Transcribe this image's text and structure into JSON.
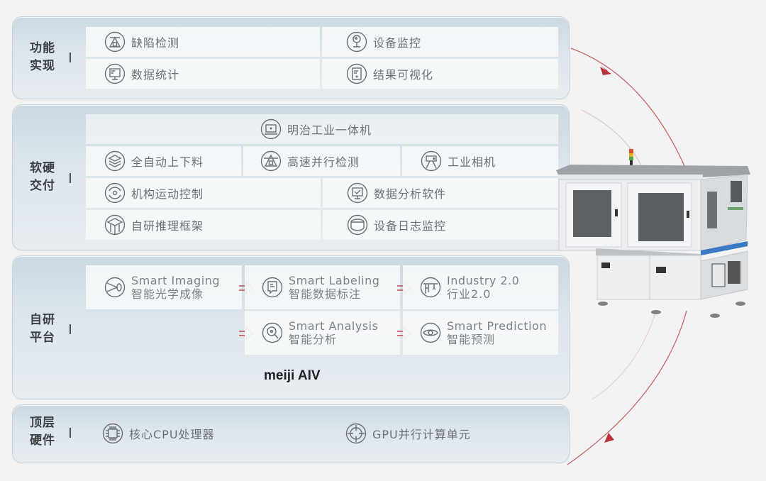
{
  "layers": [
    {
      "id": "function",
      "label_line1": "功能",
      "label_line2": "实现",
      "items": [
        {
          "label": "缺陷检测",
          "icon": "defect-detect-icon"
        },
        {
          "label": "设备监控",
          "icon": "device-monitor-icon"
        },
        {
          "label": "数据统计",
          "icon": "data-stats-icon"
        },
        {
          "label": "结果可视化",
          "icon": "result-visual-icon"
        }
      ]
    },
    {
      "id": "delivery",
      "label_line1": "软硬",
      "label_line2": "交付",
      "items": [
        {
          "label": "明治工业一体机",
          "icon": "industrial-pc-icon"
        },
        {
          "label": "全自动上下料",
          "icon": "layers-icon"
        },
        {
          "label": "高速并行检测",
          "icon": "parallel-detect-icon"
        },
        {
          "label": "工业相机",
          "icon": "industrial-camera-icon"
        },
        {
          "label": "机构运动控制",
          "icon": "motion-control-icon"
        },
        {
          "label": "数据分析软件",
          "icon": "analysis-software-icon"
        },
        {
          "label": "自研推理框架",
          "icon": "inference-framework-icon"
        },
        {
          "label": "设备日志监控",
          "icon": "device-log-icon"
        }
      ]
    },
    {
      "id": "platform",
      "label_line1": "自研",
      "label_line2": "平台",
      "items": [
        {
          "en": "Smart Imaging",
          "cn": "智能光学成像",
          "icon": "optical-imaging-icon"
        },
        {
          "en": "Smart Labeling",
          "cn": "智能数据标注",
          "icon": "labeling-icon"
        },
        {
          "en": "Industry 2.0",
          "cn": "行业2.0",
          "icon": "robot-arm-icon"
        },
        {
          "en": "Smart Analysis",
          "cn": "智能分析",
          "icon": "magnifier-icon"
        },
        {
          "en": "Smart Prediction",
          "cn": "智能预测",
          "icon": "eye-icon"
        }
      ],
      "brand": "meiji AIV"
    },
    {
      "id": "hardware",
      "label_line1": "顶层",
      "label_line2": "硬件",
      "items": [
        {
          "label": "核心CPU处理器",
          "icon": "cpu-chip-icon"
        },
        {
          "label": "GPU并行计算单元",
          "icon": "gpu-target-icon"
        }
      ]
    }
  ],
  "colors": {
    "arrow_red": "#b8333c",
    "panel_border": "#c4d1da",
    "label_dark": "#3c4045",
    "item_text": "#6d7177"
  }
}
